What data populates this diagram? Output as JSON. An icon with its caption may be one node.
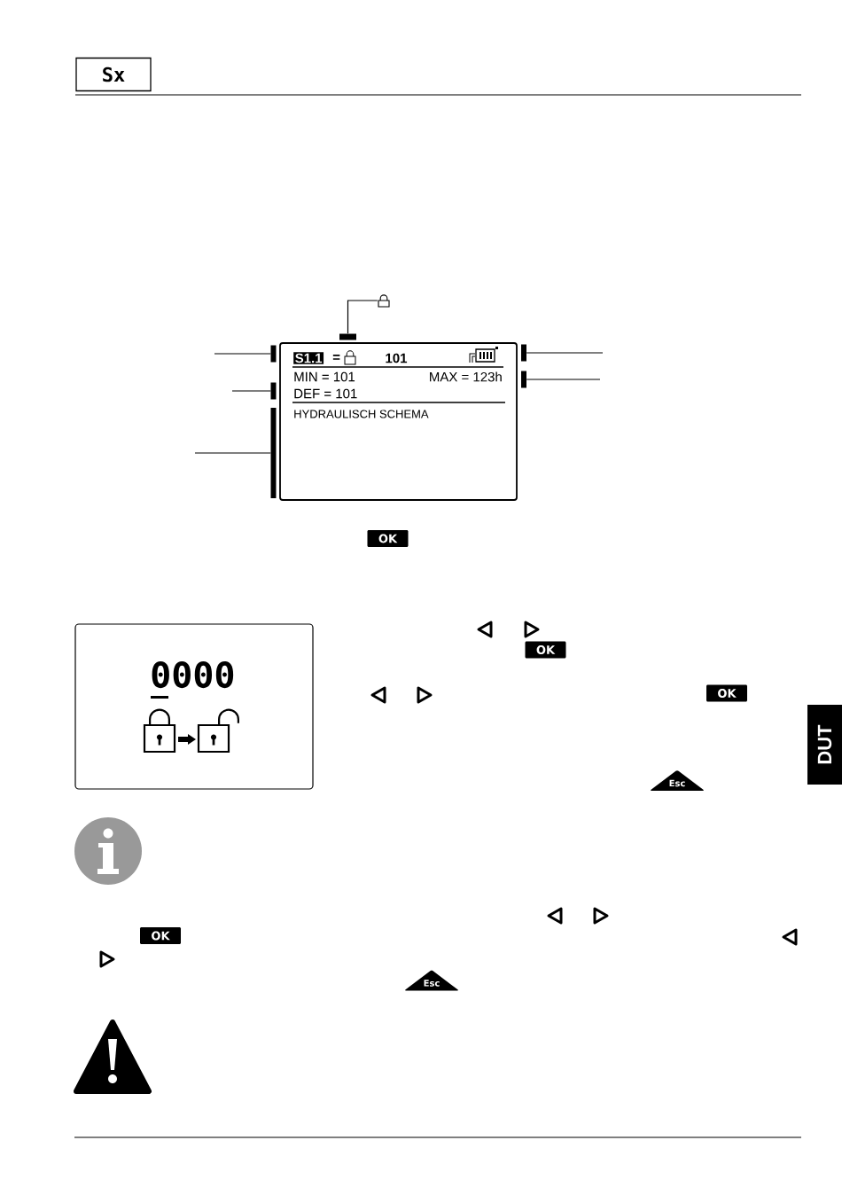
{
  "diagram": {
    "nodes": [
      {
        "text": [
          "Sx"
        ]
      },
      {
        "text": [
          "S1.1",
          "=",
          "101",
          "MIN = 101",
          "MAX = 123h",
          "DEF = 101",
          "HYDRAULISCH SCHEMA"
        ]
      },
      {
        "text": [],
        "shape": "lock"
      },
      {
        "text": [],
        "shape": "bar"
      },
      {
        "text": [],
        "shape": "bar"
      },
      {
        "text": [],
        "shape": "bar"
      },
      {
        "text": [],
        "shape": "bar"
      },
      {
        "text": [],
        "shape": "bar"
      },
      {
        "text": [],
        "shape": "bar"
      },
      {
        "text": [
          "OK"
        ]
      },
      {
        "text": [
          "0000"
        ]
      },
      {
        "text": [
          "OK"
        ]
      },
      {
        "text": [
          "OK"
        ]
      },
      {
        "text": [
          "Esc"
        ]
      },
      {
        "text": [
          "OK"
        ]
      },
      {
        "text": [
          "Esc"
        ]
      },
      {
        "text": [
          "DUT"
        ]
      }
    ],
    "edges": [
      {
        "from": 2,
        "to": 3,
        "arrow": "none"
      },
      {
        "from": null,
        "to": 4,
        "arrow": "none"
      },
      {
        "from": null,
        "to": 5,
        "arrow": "none"
      },
      {
        "from": null,
        "to": 6,
        "arrow": "none"
      },
      {
        "from": null,
        "to": 7,
        "arrow": "none"
      },
      {
        "from": null,
        "to": 8,
        "arrow": "none"
      }
    ]
  }
}
